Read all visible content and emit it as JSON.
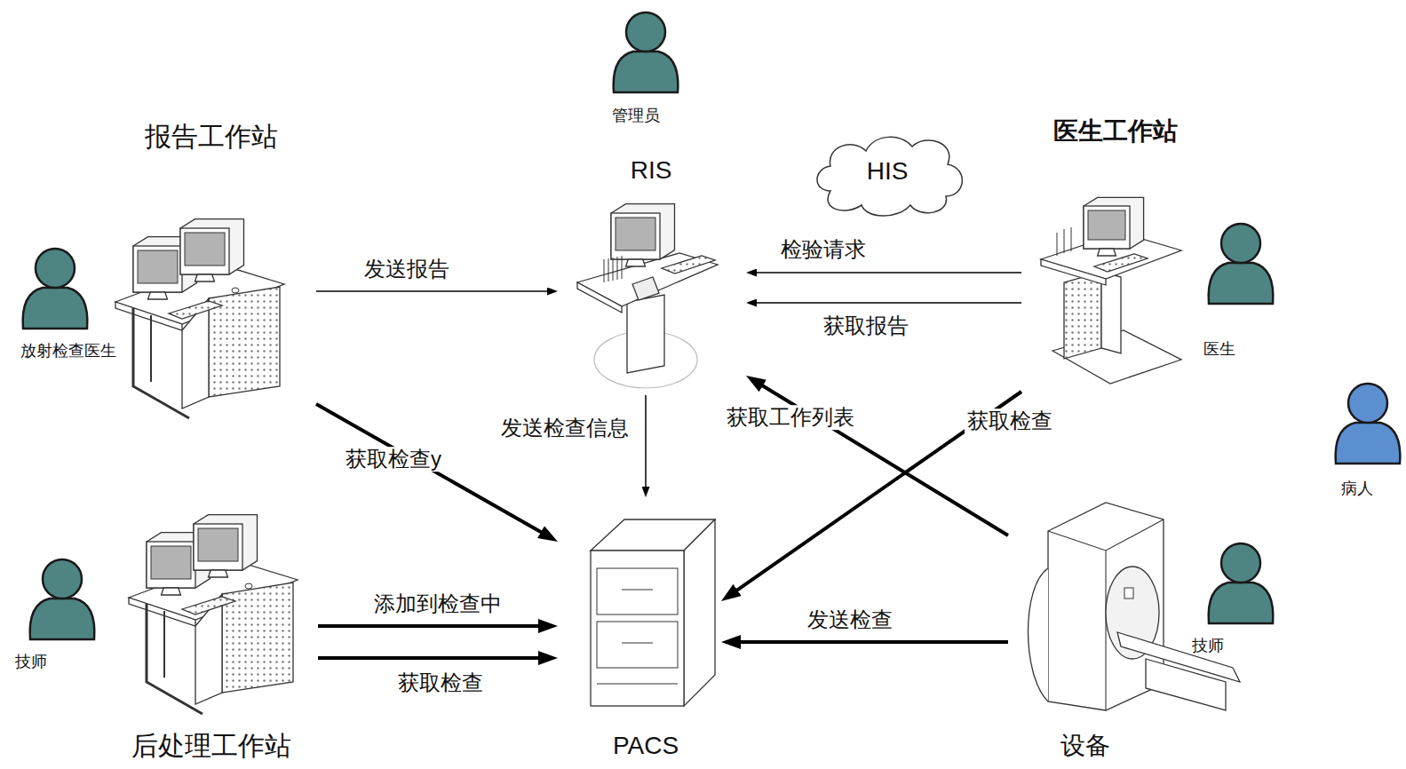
{
  "diagram": {
    "nodes": [
      {
        "text": [
          "报告工作站"
        ]
      },
      {
        "text": [
          "RIS"
        ]
      },
      {
        "text": [
          "HIS"
        ]
      },
      {
        "text": [
          "医生工作站"
        ]
      },
      {
        "text": [
          "后处理工作站"
        ]
      },
      {
        "text": [
          "PACS"
        ]
      },
      {
        "text": [
          "设备"
        ]
      }
    ],
    "edges": [
      {
        "from": 0,
        "to": 1,
        "arrow": "to",
        "label": "发送报告"
      },
      {
        "from": 3,
        "to": 1,
        "arrow": "to",
        "label": "检验请求"
      },
      {
        "from": 3,
        "to": 1,
        "arrow": "to",
        "label": "获取报告"
      },
      {
        "from": 1,
        "to": 5,
        "arrow": "to",
        "label": "发送检查信息"
      },
      {
        "from": 0,
        "to": 5,
        "arrow": "to",
        "label": "获取检查y"
      },
      {
        "from": 6,
        "to": 1,
        "arrow": "to",
        "label": "获取工作列表"
      },
      {
        "from": 3,
        "to": 5,
        "arrow": "to",
        "label": "获取检查"
      },
      {
        "from": 4,
        "to": 5,
        "arrow": "to",
        "label": "添加到检查中"
      },
      {
        "from": 4,
        "to": 5,
        "arrow": "to",
        "label": "获取检查"
      },
      {
        "from": 6,
        "to": 5,
        "arrow": "to",
        "label": "发送检查"
      }
    ],
    "labels": [
      "管理员",
      "放射检查医生",
      "医生",
      "病人",
      "技师",
      "技师"
    ]
  }
}
